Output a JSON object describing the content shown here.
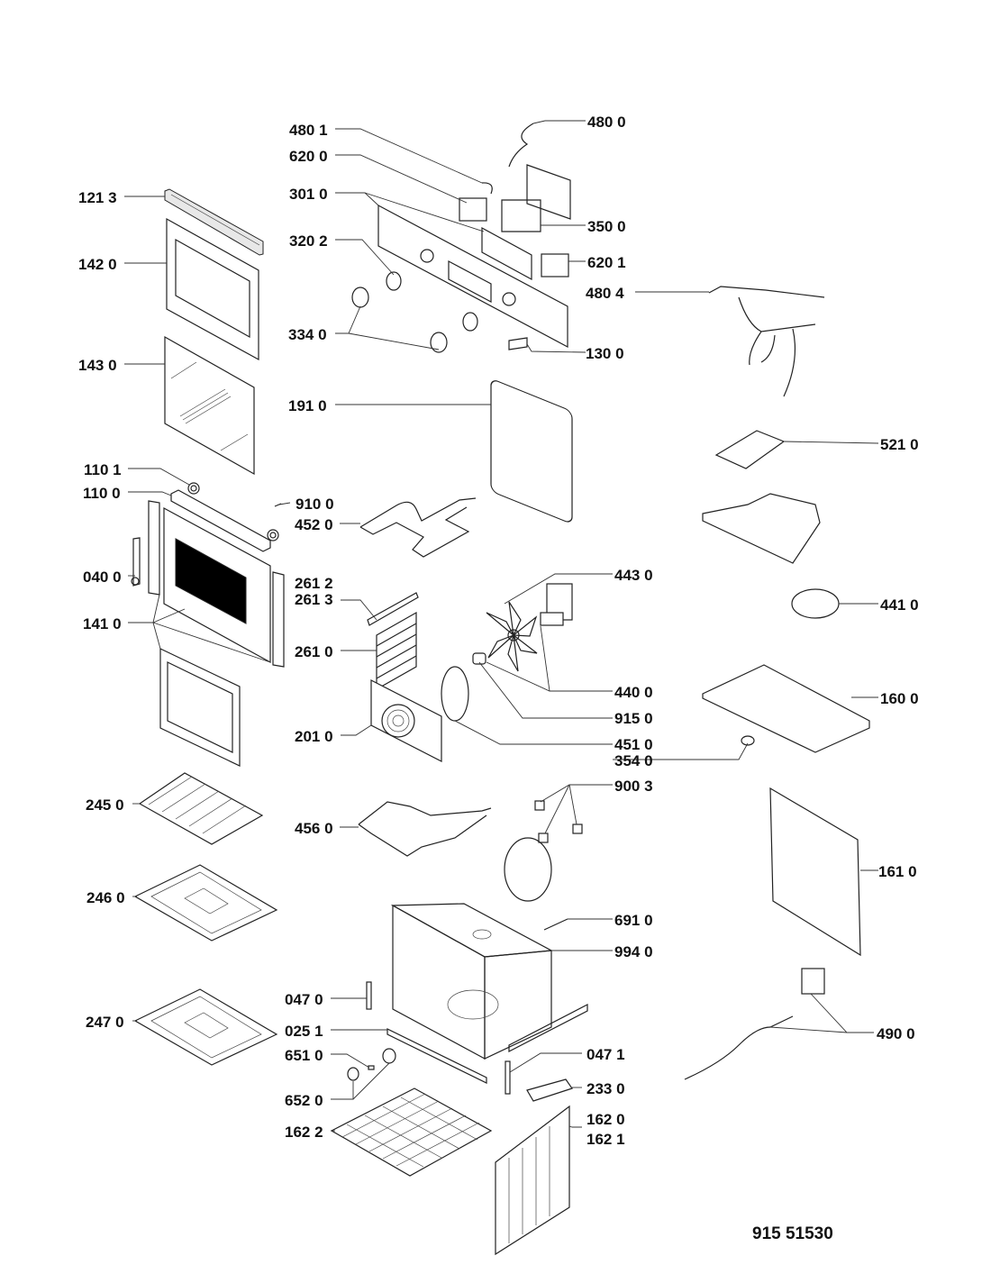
{
  "diagram": {
    "title": "Oven exploded parts diagram",
    "reference_number": "915 51530",
    "callouts": [
      {
        "id": "4801",
        "text": "480 1",
        "part": "wire-jumper"
      },
      {
        "id": "4800",
        "text": "480 0",
        "part": "wire-jumper"
      },
      {
        "id": "6200",
        "text": "620 0",
        "part": "selector-switch"
      },
      {
        "id": "1213",
        "text": "121 3",
        "part": "door-top-profile"
      },
      {
        "id": "3010",
        "text": "301 0",
        "part": "control-panel"
      },
      {
        "id": "3500",
        "text": "350 0",
        "part": "timer-module"
      },
      {
        "id": "3202",
        "text": "320 2",
        "part": "knob-adapter"
      },
      {
        "id": "6201",
        "text": "620 1",
        "part": "selector-switch"
      },
      {
        "id": "1420",
        "text": "142 0",
        "part": "inner-door-glass-frame"
      },
      {
        "id": "4804",
        "text": "480 4",
        "part": "wiring-harness"
      },
      {
        "id": "3340",
        "text": "334 0",
        "part": "control-knob"
      },
      {
        "id": "1300",
        "text": "130 0",
        "part": "door-switch"
      },
      {
        "id": "1430",
        "text": "143 0",
        "part": "middle-glass"
      },
      {
        "id": "1910",
        "text": "191 0",
        "part": "door-seal"
      },
      {
        "id": "5210",
        "text": "521 0",
        "part": "power-board"
      },
      {
        "id": "1101",
        "text": "110 1",
        "part": "handle-spacer"
      },
      {
        "id": "1100",
        "text": "110 0",
        "part": "door-handle"
      },
      {
        "id": "9100",
        "text": "910 0",
        "part": "screw"
      },
      {
        "id": "4520",
        "text": "452 0",
        "part": "grill-element"
      },
      {
        "id": "0400",
        "text": "040 0",
        "part": "door-hinge"
      },
      {
        "id": "4430",
        "text": "443 0",
        "part": "fan-motor"
      },
      {
        "id": "2612",
        "text": "261 2",
        "part": "shelf-runner-clip"
      },
      {
        "id": "2613",
        "text": "261 3",
        "part": "shelf-runner-clip"
      },
      {
        "id": "4410",
        "text": "441 0",
        "part": "cooling-fan"
      },
      {
        "id": "1410",
        "text": "141 0",
        "part": "outer-door-assembly"
      },
      {
        "id": "2610",
        "text": "261 0",
        "part": "side-rack"
      },
      {
        "id": "4400",
        "text": "440 0",
        "part": "fan-blade"
      },
      {
        "id": "1600",
        "text": "160 0",
        "part": "top-cover"
      },
      {
        "id": "9150",
        "text": "915 0",
        "part": "fan-nut"
      },
      {
        "id": "2010",
        "text": "201 0",
        "part": "fan-cover"
      },
      {
        "id": "4510",
        "text": "451 0",
        "part": "circular-element"
      },
      {
        "id": "3540",
        "text": "354 0",
        "part": "grommet"
      },
      {
        "id": "9003",
        "text": "900 3",
        "part": "clip"
      },
      {
        "id": "2450",
        "text": "245 0",
        "part": "wire-shelf"
      },
      {
        "id": "4560",
        "text": "456 0",
        "part": "bottom-element"
      },
      {
        "id": "1610",
        "text": "161 0",
        "part": "back-panel"
      },
      {
        "id": "2460",
        "text": "246 0",
        "part": "baking-tray"
      },
      {
        "id": "6910",
        "text": "691 0",
        "part": "shaft"
      },
      {
        "id": "9940",
        "text": "994 0",
        "part": "oven-cavity"
      },
      {
        "id": "0470",
        "text": "047 0",
        "part": "hinge-receiver"
      },
      {
        "id": "2470",
        "text": "247 0",
        "part": "drip-tray"
      },
      {
        "id": "0251",
        "text": "025 1",
        "part": "front-trim"
      },
      {
        "id": "4900",
        "text": "490 0",
        "part": "power-cable-terminal"
      },
      {
        "id": "0471",
        "text": "047 1",
        "part": "hinge-receiver"
      },
      {
        "id": "6510",
        "text": "651 0",
        "part": "lamp"
      },
      {
        "id": "2330",
        "text": "233 0",
        "part": "bracket"
      },
      {
        "id": "6520",
        "text": "652 0",
        "part": "lamp-cover"
      },
      {
        "id": "1620",
        "text": "162 0",
        "part": "side-panel"
      },
      {
        "id": "1622",
        "text": "162 2",
        "part": "bottom-panel"
      },
      {
        "id": "1621",
        "text": "162 1",
        "part": "side-panel"
      }
    ]
  }
}
